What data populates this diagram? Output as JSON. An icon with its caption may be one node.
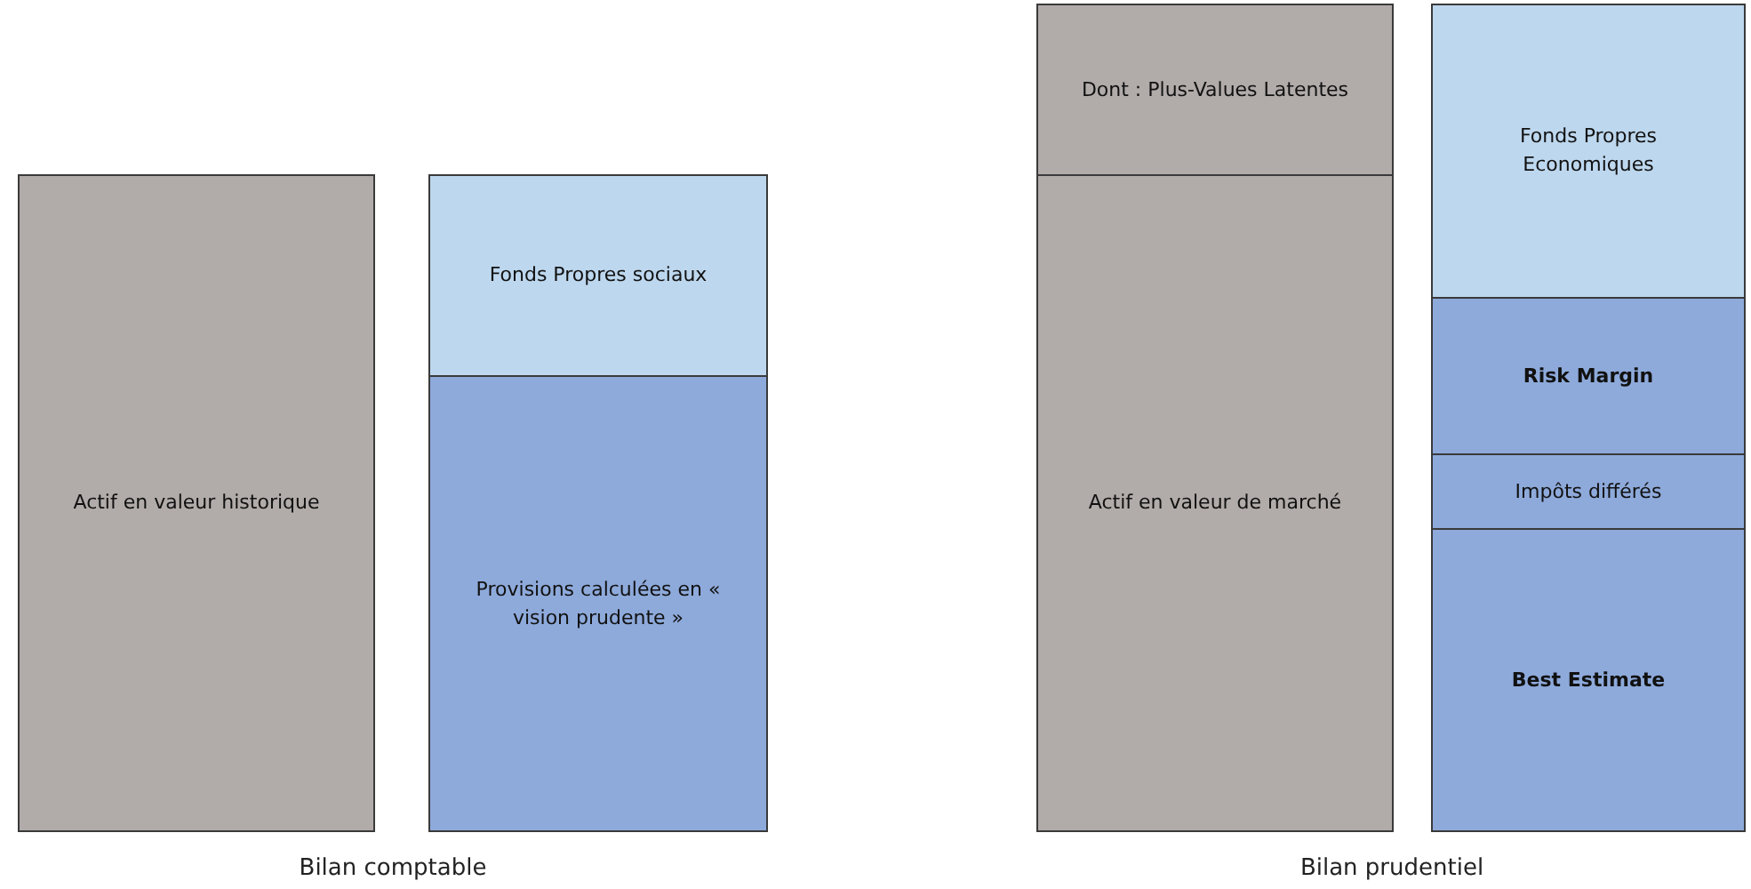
{
  "diagram": {
    "nodes": [
      {
        "text": [
          "Actif en valeur historique"
        ]
      },
      {
        "text": [
          "Fonds Propres sociaux"
        ]
      },
      {
        "text": [
          "Provisions calculées en « vision prudente »"
        ]
      },
      {
        "text": [
          "Dont : Plus-Values Latentes"
        ]
      },
      {
        "text": [
          "Actif en valeur de marché"
        ]
      },
      {
        "text": [
          "Fonds Propres Economiques"
        ]
      },
      {
        "text": [
          "Risk Margin"
        ]
      },
      {
        "text": [
          "Impôts différés"
        ]
      },
      {
        "text": [
          "Best Estimate"
        ]
      }
    ],
    "labels": [
      "Bilan comptable",
      "Bilan prudentiel"
    ]
  }
}
